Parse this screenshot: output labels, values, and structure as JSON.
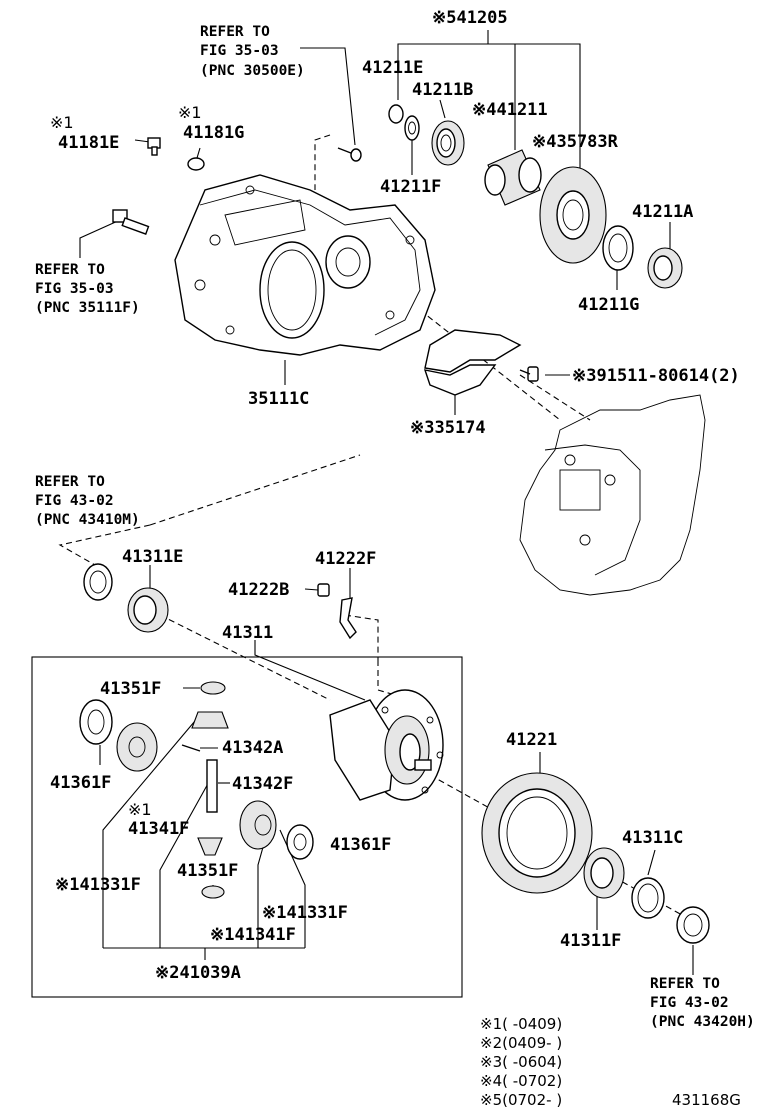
{
  "refs": {
    "fig_35_03_top": [
      "REFER TO",
      "FIG 35-03",
      "(PNC 30500E)"
    ],
    "fig_35_03_left": [
      "REFER TO",
      "FIG 35-03",
      "(PNC 35111F)"
    ],
    "fig_43_02_left": [
      "REFER TO",
      "FIG 43-02",
      "(PNC 43410M)"
    ],
    "fig_43_02_right": [
      "REFER TO",
      "FIG 43-02",
      "(PNC 43420H)"
    ]
  },
  "labels": {
    "p541205": "※541205",
    "p41211E": "41211E",
    "p41211B": "41211B",
    "p41211": "※441211",
    "p435783R": "※435783R",
    "p41211F": "41211F",
    "p41211A": "41211A",
    "p41211G": "41211G",
    "p41181E_mark": "※1",
    "p41181E": "41181E",
    "p41181G_mark": "※1",
    "p41181G": "41181G",
    "p35111C": "35111C",
    "p91511": "※391511-80614(2)",
    "p335174": "※335174",
    "p41311E": "41311E",
    "p41222F": "41222F",
    "p41222B": "41222B",
    "p41311": "41311",
    "p41351F_top": "41351F",
    "p41342A": "41342A",
    "p41361F_left": "41361F",
    "p41342F": "41342F",
    "p41341F_mark": "※1",
    "p41341F": "41341F",
    "p41361F_right": "41361F",
    "p41351F_bottom": "41351F",
    "p41331F_left": "※141331F",
    "p41331F_right": "※141331F",
    "p41341F_bottom": "※141341F",
    "p241039A": "※241039A",
    "p41221": "41221",
    "p41311C": "41311C",
    "p41311F": "41311F"
  },
  "notes": [
    "※1(      -0409)",
    "※2(0409-      )",
    "※3(      -0604)",
    "※4(      -0702)",
    "※5(0702-      )"
  ],
  "figure_id": "431168G"
}
